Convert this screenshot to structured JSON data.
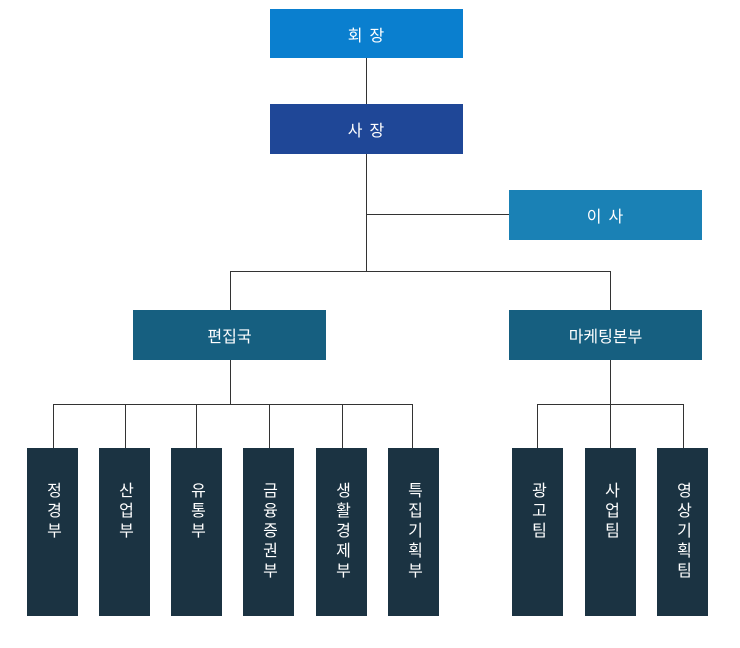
{
  "top": {
    "chairman": {
      "label": "회 장",
      "color": "#0a7fcf"
    },
    "president": {
      "label": "사 장",
      "color": "#1f4797"
    },
    "director": {
      "label": "이 사",
      "color": "#1a81b5"
    }
  },
  "divisions": {
    "editorial": {
      "label": "편집국",
      "color": "#165f80"
    },
    "marketing": {
      "label": "마케팅본부",
      "color": "#165f80"
    }
  },
  "departments": {
    "editorial": [
      "정경부",
      "산업부",
      "유통부",
      "금융증권부",
      "생활경제부",
      "특집기획부"
    ],
    "marketing": [
      "광고팀",
      "사업팀",
      "영상기획팀"
    ]
  },
  "colors": {
    "line": "#333333",
    "dept_box": "#1b3342"
  }
}
